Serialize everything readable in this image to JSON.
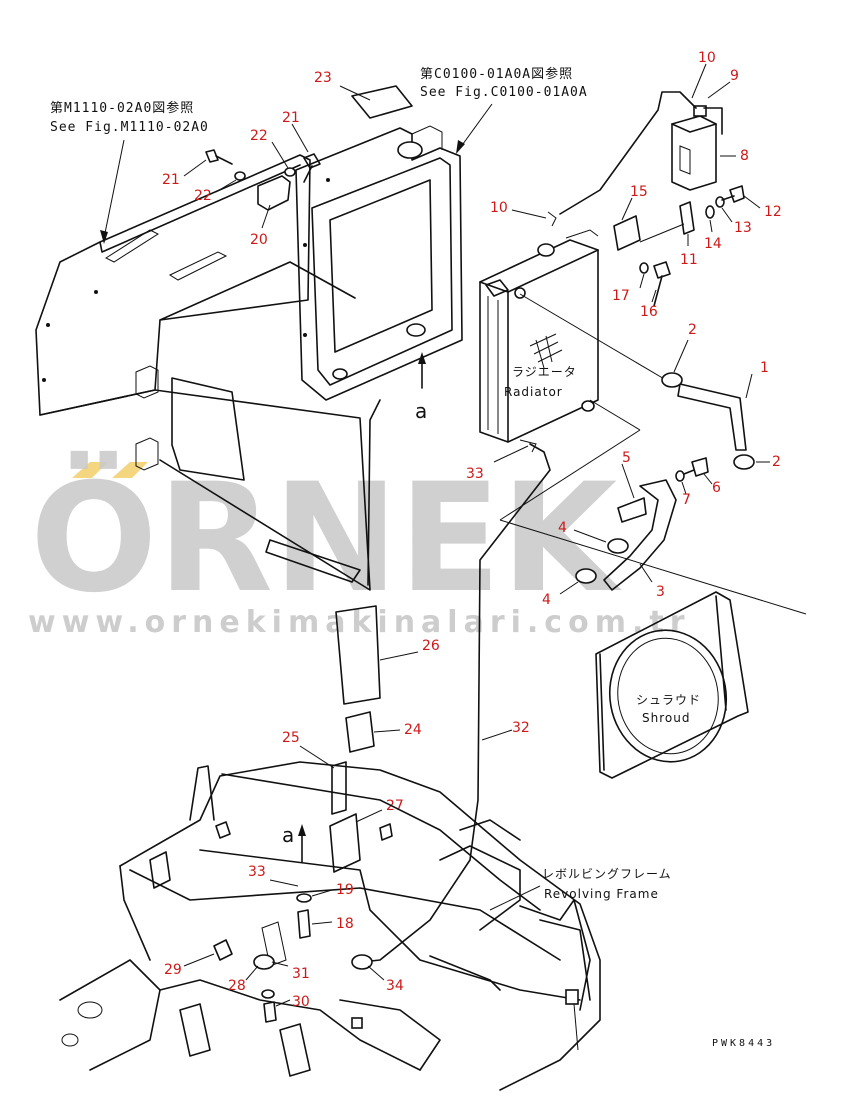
{
  "watermark": {
    "brand": "ÖRNEK",
    "url": "www.ornekimakinalari.com.tr",
    "accent_color": "#f5d680"
  },
  "references": {
    "m1110_jp": "第M1110-02A0図参照",
    "m1110_en": "See Fig.M1110-02A0",
    "c0100_jp": "第C0100-01A0A図参照",
    "c0100_en": "See Fig.C0100-01A0A"
  },
  "labels": {
    "radiator_jp": "ラジエータ",
    "radiator_en": "Radiator",
    "shroud_jp": "シュラウド",
    "shroud_en": "Shroud",
    "frame_jp": "レボルビングフレーム",
    "frame_en": "Revolving Frame",
    "view_a1": "a",
    "view_a2": "a"
  },
  "drawing_code": "PWK8443",
  "callouts": {
    "n1": "1",
    "n2a": "2",
    "n2b": "2",
    "n3": "3",
    "n4a": "4",
    "n4b": "4",
    "n5": "5",
    "n6": "6",
    "n7": "7",
    "n8": "8",
    "n9": "9",
    "n10a": "10",
    "n10b": "10",
    "n11": "11",
    "n12": "12",
    "n13": "13",
    "n14": "14",
    "n15": "15",
    "n16": "16",
    "n17": "17",
    "n18": "18",
    "n19": "19",
    "n20": "20",
    "n21a": "21",
    "n21b": "21",
    "n22a": "22",
    "n22b": "22",
    "n23": "23",
    "n24": "24",
    "n25": "25",
    "n26": "26",
    "n27": "27",
    "n28": "28",
    "n29": "29",
    "n30": "30",
    "n31": "31",
    "n32": "32",
    "n33a": "33",
    "n33b": "33",
    "n34": "34"
  },
  "colors": {
    "callout": "#cc1a1a",
    "line": "#111111",
    "watermark": "#c8c8c8"
  }
}
